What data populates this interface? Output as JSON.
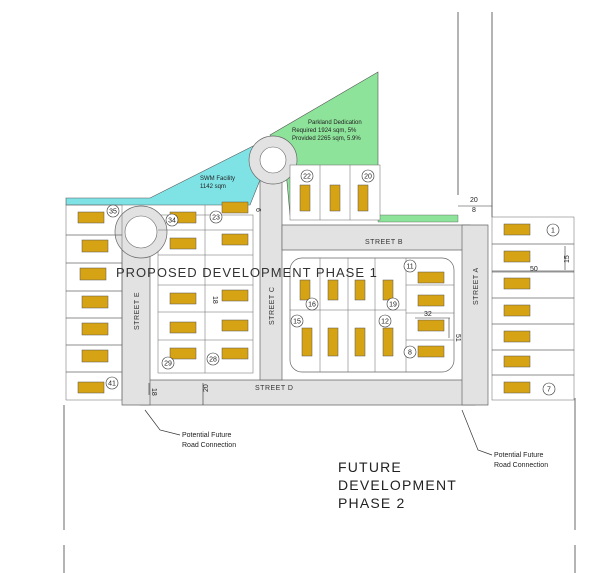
{
  "title": "PROPOSED DEVELOPMENT PHASE 1",
  "future_phase": [
    "FUTURE",
    "DEVELOPMENT",
    "PHASE  2"
  ],
  "parkland": [
    "Parkland Dedication",
    "Required 1924 sqm, 5%",
    "Provided 2265 sqm, 5.9%"
  ],
  "swm": [
    "SWM Facility",
    "1142 sqm"
  ],
  "streets": {
    "a": "STREET A",
    "b": "STREET B",
    "c": "STREET C",
    "d": "STREET D",
    "e": "STREET E"
  },
  "road_connection_left": [
    "Potential Future",
    "Road Connection"
  ],
  "road_connection_right": [
    "Potential Future",
    "Road Connection"
  ],
  "dimensions": {
    "d20_top": "20",
    "d20_bottom": "20",
    "d50": "50",
    "d15": "15",
    "d32": "32",
    "d51": "51",
    "d8_top": "8",
    "d18_left": "18",
    "d18_mid": "18",
    "d6": "6"
  },
  "lot_numbers": {
    "l1": "1",
    "l7": "7",
    "l8": "8",
    "l11": "11",
    "l12": "12",
    "l15": "15",
    "l16": "16",
    "l19": "19",
    "l20": "20",
    "l22": "22",
    "l23": "23",
    "l28": "28",
    "l29": "29",
    "l34": "34",
    "l35": "35",
    "l41": "41"
  },
  "colors": {
    "house": "#d6a315",
    "parkland": "#8ee39a",
    "swm": "#7fe3e6",
    "road": "#e2e2e2",
    "line": "#555555"
  }
}
